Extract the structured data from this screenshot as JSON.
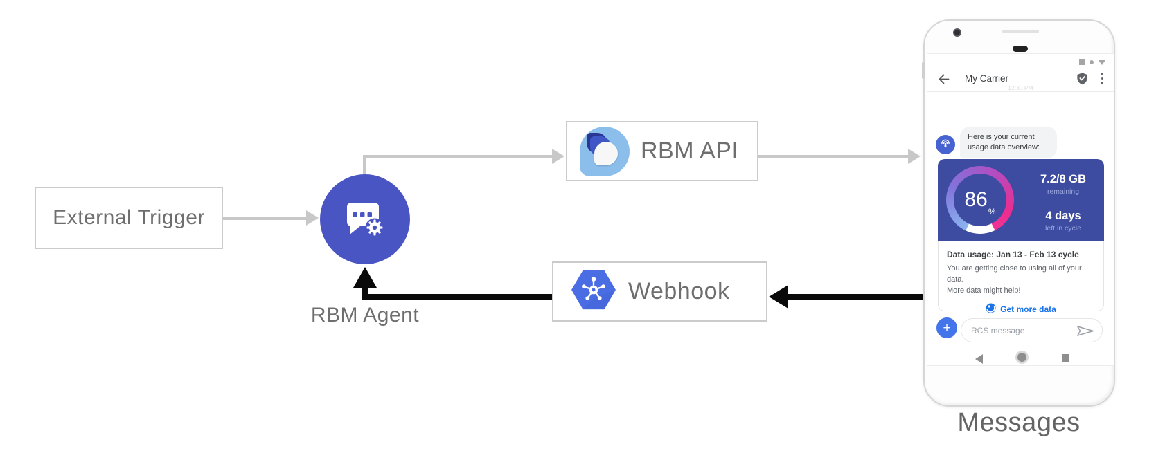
{
  "diagram": {
    "nodes": {
      "external_trigger": "External Trigger",
      "rbm_agent": "RBM Agent",
      "rbm_api": "RBM API",
      "webhook": "Webhook"
    },
    "caption": "Messages"
  },
  "phone": {
    "status_icons": [
      "square",
      "circle",
      "triangle-down"
    ],
    "header": {
      "back_icon": "arrow-left",
      "title": "My Carrier",
      "verified_icon": "shield-check",
      "menu_icon": "kebab-menu"
    },
    "timestamp": "12:30 PM",
    "agent_message": {
      "avatar_icon": "broadcast-antenna",
      "text": "Here is your current usage data overview:"
    },
    "usage_card": {
      "gauge": {
        "percent": "86",
        "unit": "%"
      },
      "remaining_value": "7.2/8 GB",
      "remaining_label": "remaining",
      "cycle_value": "4 days",
      "cycle_label": "left in cycle",
      "title": "Data usage: Jan 13 - Feb 13 cycle",
      "body_line1": "You are getting close to using all of your data.",
      "body_line2": "More data might help!",
      "action_label": "Get more data",
      "action_icon": "globe"
    },
    "compose": {
      "add_icon": "plus",
      "add_label": "+",
      "placeholder": "RCS message",
      "send_icon": "send-arrow"
    },
    "nav_icons": [
      "back-triangle",
      "home-circle",
      "recents-square"
    ]
  },
  "colors": {
    "agent_circle": "#4a55c4",
    "webhook_hexagon": "#4a6de4",
    "logo_light_blue": "#8cbeec",
    "logo_dark_blue": "#2a3694",
    "card_background": "#3d4ba0",
    "gauge_gradient_start": "#8ab4f0",
    "gauge_gradient_end": "#f23394",
    "link_blue": "#1a73e8",
    "compose_button_blue": "#4374e9",
    "arrow_gray": "#c8c8c8",
    "arrow_black": "#0a0a0a"
  }
}
